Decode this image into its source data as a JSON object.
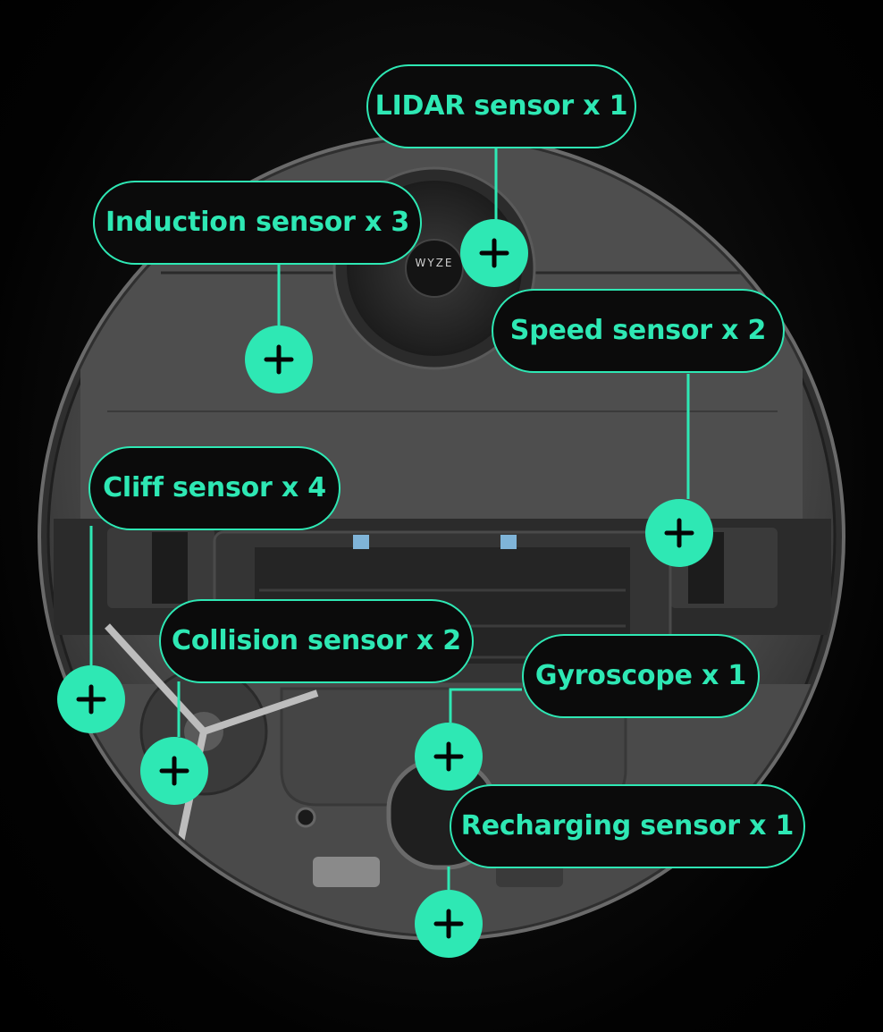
{
  "brand_logo": "WYZE",
  "accent_color": "#2ee8b4",
  "label_background": "#0b0b0b",
  "callouts": [
    {
      "id": "lidar",
      "label": "LIDAR sensor x 1"
    },
    {
      "id": "induction",
      "label": "Induction sensor x 3"
    },
    {
      "id": "speed",
      "label": "Speed sensor  x 2"
    },
    {
      "id": "cliff",
      "label": "Cliff sensor x 4"
    },
    {
      "id": "collision",
      "label": "Collision sensor x 2"
    },
    {
      "id": "gyroscope",
      "label": "Gyroscope x 1"
    },
    {
      "id": "recharging",
      "label": "Recharging sensor x 1"
    }
  ],
  "hotspot_icon": "plus-icon"
}
